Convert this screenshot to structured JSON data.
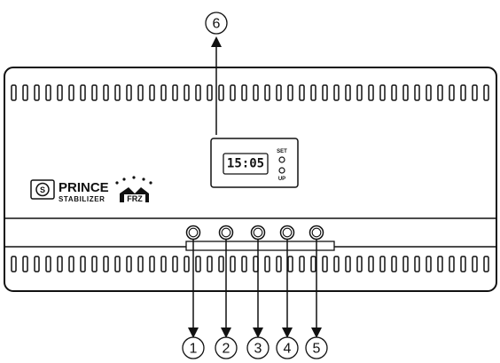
{
  "brand": {
    "name": "PRINCE",
    "subtitle": "STABILIZER",
    "crown_text": "FRZ",
    "logo_letter": "S"
  },
  "display": {
    "time": "15:05",
    "set_label": "SET",
    "up_label": "UP"
  },
  "callouts": {
    "top": "6",
    "bottom": [
      "1",
      "2",
      "3",
      "4",
      "5"
    ]
  },
  "colors": {
    "stroke": "#111111",
    "background": "#ffffff"
  }
}
